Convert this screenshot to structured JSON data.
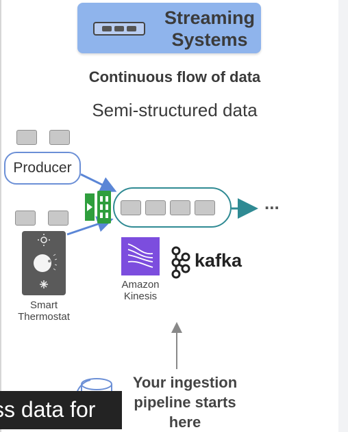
{
  "title": {
    "line1": "Streaming",
    "line2": "Systems"
  },
  "headline": "Continuous flow of data",
  "subheadline": "Semi-structured data",
  "producer_label": "Producer",
  "ellipsis": "...",
  "thermostat": {
    "line1": "Smart",
    "line2": "Thermostat"
  },
  "kinesis": {
    "line1": "Amazon",
    "line2": "Kinesis"
  },
  "kafka_label": "kafka",
  "ingestion": {
    "line1": "Your ingestion",
    "line2": "pipeline starts",
    "line3": "here"
  },
  "subtitle_overlay": "ss data for",
  "colors": {
    "title_box": "#8fb4ec",
    "stream_border": "#2f8a93",
    "arrow": "#5b86d6",
    "kinesis": "#7c4dde",
    "cell": "#c8c8c8",
    "subtitle_bg": "#232323"
  }
}
